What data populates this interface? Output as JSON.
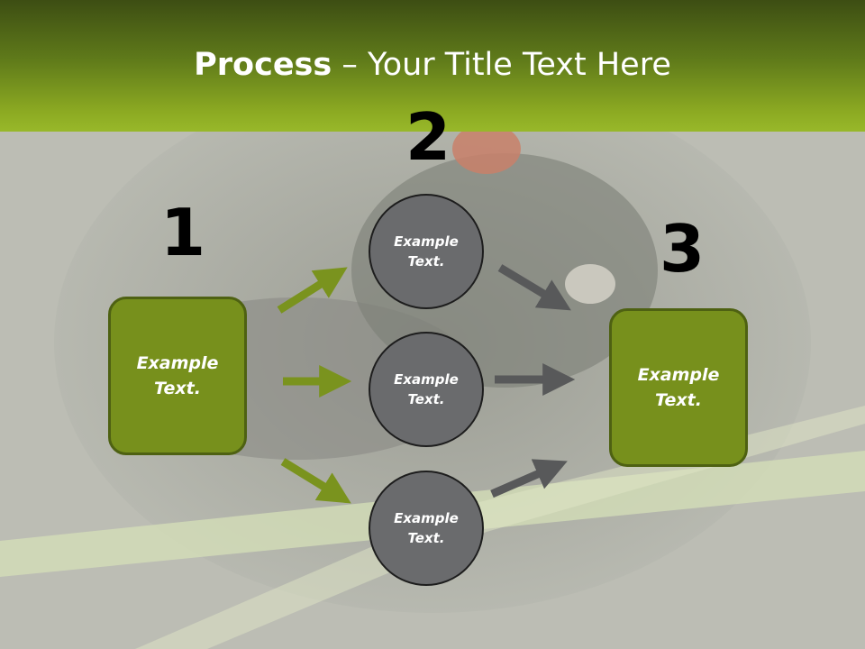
{
  "slide": {
    "title_bold": "Process",
    "title_rest": " – Your Title Text Here",
    "steps": [
      {
        "number": "1",
        "text": "Example\nText."
      },
      {
        "number": "2",
        "text": "Example\nText."
      },
      {
        "number": "3",
        "text": "Example\nText."
      }
    ],
    "circles": [
      {
        "text": "Example\nText."
      },
      {
        "text": "Example\nText."
      },
      {
        "text": "Example\nText."
      }
    ]
  },
  "colors": {
    "green_box": "#77901c",
    "green_arrow": "#7a931e",
    "grey_circle": "#6a6b6d",
    "grey_arrow": "#58595a",
    "header_green": "#8caa22"
  }
}
